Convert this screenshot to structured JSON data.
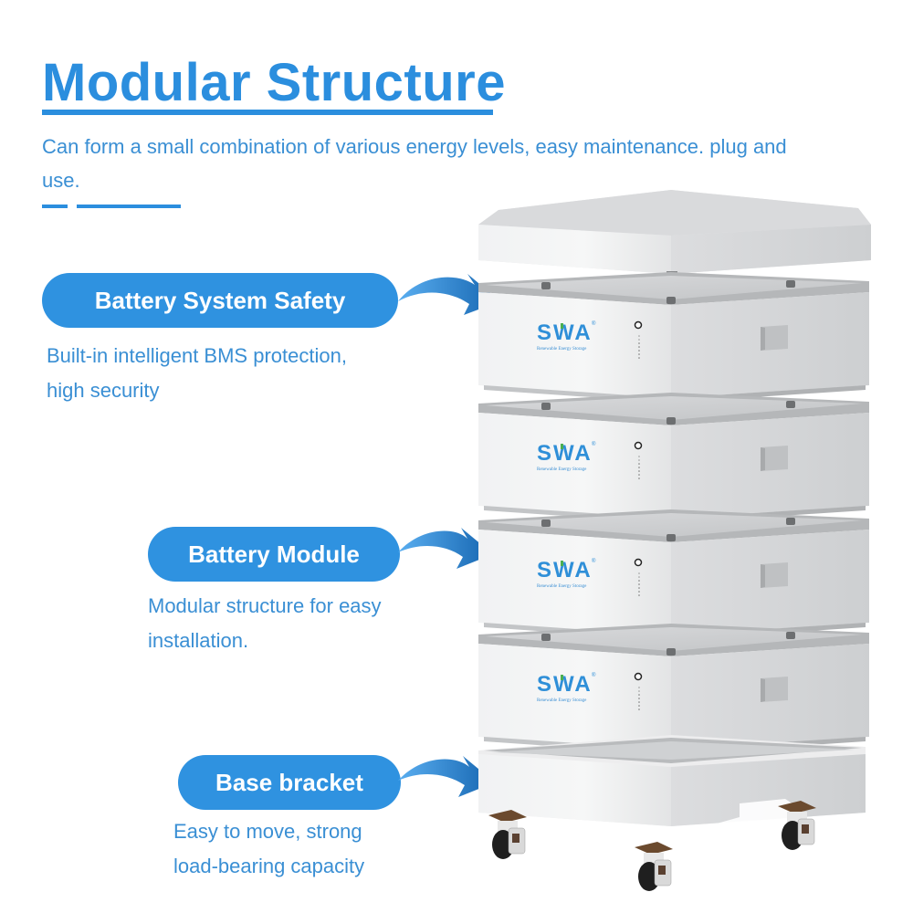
{
  "header": {
    "title": "Modular Structure",
    "subtitle": "Can form a small combination of various energy levels, easy maintenance. plug and use."
  },
  "features": [
    {
      "label": "Battery System Safety",
      "description_lines": [
        "Built-in intelligent BMS protection,",
        "high security"
      ]
    },
    {
      "label": "Battery Module",
      "description_lines": [
        "Modular structure for easy",
        "installation."
      ]
    },
    {
      "label": "Base bracket",
      "description_lines": [
        "Easy to move, strong",
        "load-bearing capacity"
      ]
    }
  ],
  "product": {
    "brand": "SWA",
    "brand_tagline": "Renewable Energy Storage",
    "registered_mark": "®",
    "module_count": 4,
    "icons": {
      "arrow": "curved-arrow-icon",
      "power_button": "power-button-icon",
      "caster": "caster-wheel-icon"
    }
  },
  "colors": {
    "accent": "#2b8ede",
    "pill": "#2f92e0",
    "arrow_dark": "#1565b0",
    "text_blue": "#3a8fd4",
    "module_white": "#f2f3f4",
    "module_shadow": "#c9cbcd",
    "logo_green": "#4caf50"
  }
}
